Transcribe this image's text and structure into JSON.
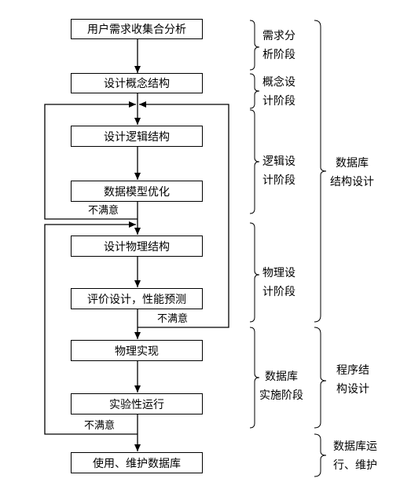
{
  "boxes": {
    "req_analysis": "用户需求收集合分析",
    "concept_design": "设计概念结构",
    "logic_design": "设计逻辑结构",
    "model_opt": "数据模型优化",
    "physical_design": "设计物理结构",
    "evaluate": "评价设计，性能预测",
    "physical_impl": "物理实现",
    "trial_run": "实验性运行",
    "use_maintain": "使用、维护数据库"
  },
  "notes": {
    "unsatisfied_1": "不满意",
    "unsatisfied_2": "不满意",
    "unsatisfied_3": "不满意"
  },
  "stages": {
    "req": [
      "需求分",
      "析阶段"
    ],
    "concept": [
      "概念设",
      "计阶段"
    ],
    "logic": [
      "逻辑设",
      "计阶段"
    ],
    "physical": [
      "物理设",
      "计阶段"
    ],
    "impl": [
      "数据库",
      "实施阶段"
    ],
    "struct_design": [
      "数据库",
      "结构设计"
    ],
    "program_design": [
      "程序结",
      "构设计"
    ],
    "run_maintain": [
      "数据库运",
      "行、维护"
    ]
  }
}
